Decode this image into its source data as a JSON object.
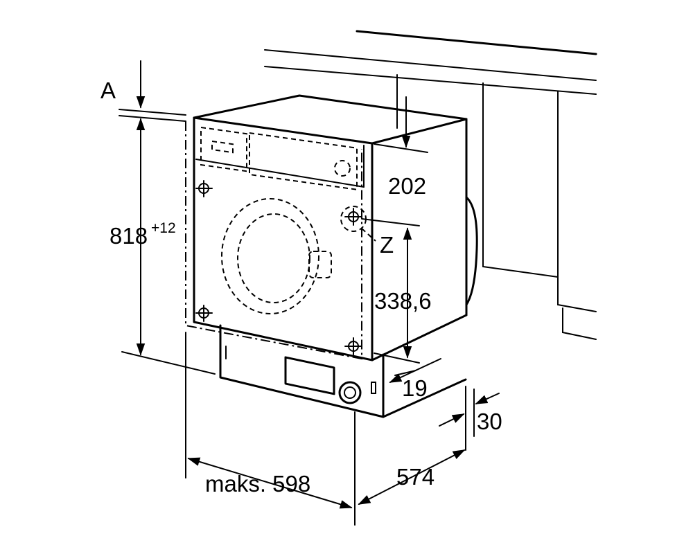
{
  "labels": {
    "a": "A",
    "height": "818",
    "height_tolerance": "+12",
    "dim_202": "202",
    "z": "Z",
    "dim_338": "338,6",
    "dim_19": "19",
    "dim_30": "30",
    "dim_574": "574",
    "width": "maks. 598"
  },
  "colors": {
    "line": "#000000",
    "background": "#ffffff"
  }
}
